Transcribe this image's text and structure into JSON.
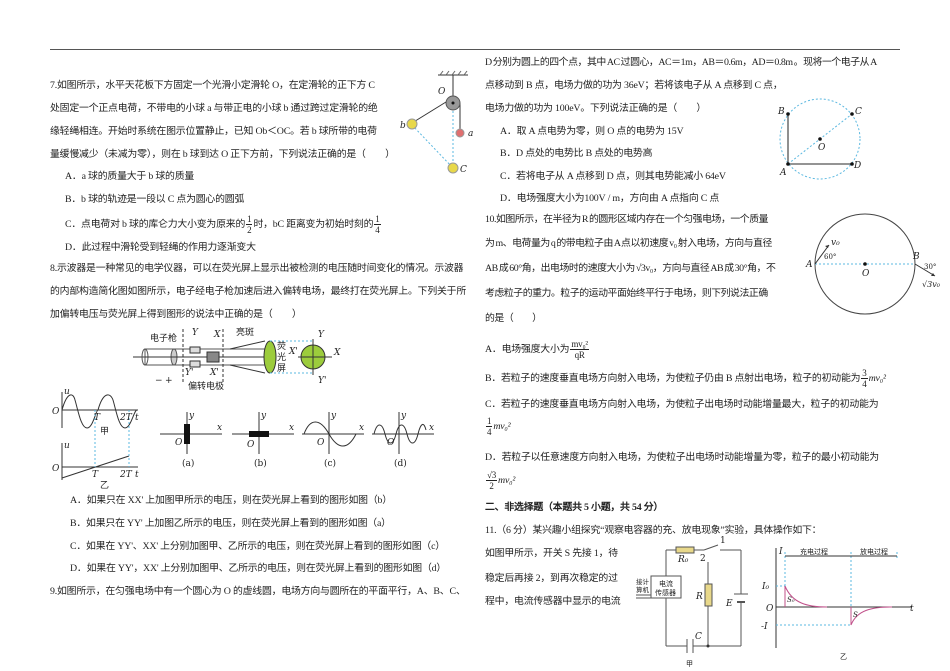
{
  "q7": {
    "stem": [
      "7.如图所示，水平天花板下方固定一个光滑小定滑轮 O，在定滑轮的正下方 C",
      "处固定一个正点电荷，不带电的小球 a 与带正电的小球 b 通过跨过定滑轮的绝",
      "缘轻绳相连。开始时系统在图示位置静止，已知 Ob＜OC。若 b 球所带的电荷",
      "量缓慢减少（未减为零），则在 b 球到达 O 正下方前，下列说法正确的是（　　）"
    ],
    "options": {
      "A": "A．a 球的质量大于 b 球的质量",
      "B": "B．b 球的轨迹是一段以 C 点为圆心的圆弧",
      "C_pre": "C．点电荷对 b 球的库仑力大小变为原来的",
      "C_f1n": "1",
      "C_f1d": "2",
      "C_mid": "时，bC 距离变为初始时刻的",
      "C_f2n": "1",
      "C_f2d": "4",
      "D": "D．此过程中滑轮受到轻绳的作用力逐渐变大"
    },
    "figure": {
      "O": "O",
      "b": "b",
      "a": "a",
      "C": "C"
    }
  },
  "q8": {
    "stem": [
      "8.示波器是一种常见的电学仪器，可以在荧光屏上显示出被检测的电压随时间变化的情况。示波器",
      "的内部构造简化图如图所示，电子经电子枪加速后进入偏转电场，最终打在荧光屏上。下列关于所",
      "加偏转电压与荧光屏上得到图形的说法中正确的是（　　）"
    ],
    "figure": {
      "gun": "电子枪",
      "Y": "Y",
      "X": "X",
      "spot": "亮斑",
      "screen1": "荧",
      "screen2": "光",
      "screen3": "屏",
      "Xp": "X'",
      "Yp": "Y'",
      "electrodes": "偏转电极",
      "minus": "−",
      "plus": "+"
    },
    "graphs": {
      "u": "u",
      "O": "O",
      "T": "T",
      "T2": "2T",
      "t": "t",
      "jia": "甲",
      "yi": "乙"
    },
    "patterns": {
      "x": "x",
      "y": "y",
      "O": "O",
      "a": "(a)",
      "b": "(b)",
      "c": "(c)",
      "d": "(d)"
    },
    "options": [
      "A．如果只在 XX' 上加图甲所示的电压，则在荧光屏上看到的图形如图（b）",
      "B．如果只在 YY' 上加图乙所示的电压，则在荧光屏上看到的图形如图（a）",
      "C．如果在 YY'、XX' 上分别加图甲、乙所示的电压，则在荧光屏上看到的图形如图（c）",
      "D．如果在 YY'，XX' 上分别加图甲、乙所示的电压，则在荧光屏上看到的图形如图（d）"
    ]
  },
  "q9": {
    "stem": [
      "9.如图所示，在匀强电场中有一个圆心为 O 的虚线圆，电场方向与圆所在的平面平行，A、B、C、",
      "D 分别为圆上的四个点，其中 AC 过圆心，AC＝1m，AB＝0.6m，AD＝0.8m 。现将一个电子从 A",
      "点移动到 B 点，电场力做的功为 36eV；若将该电子从 A 点移到 C 点，",
      "电场力做的功为 100eV。下列说法正确的是（　　）"
    ],
    "options": [
      "A．取 A 点电势为零，则 O 点的电势为 15V",
      "B．D 点处的电势比 B 点处的电势高",
      "C．若将电子从 A 点移到 D 点，则其电势能减小 64eV",
      "D．电场强度大小为100V / m，方向由 A 点指向 C 点"
    ],
    "figure": {
      "A": "A",
      "B": "B",
      "C": "C",
      "D": "D",
      "O": "O"
    }
  },
  "q10": {
    "stem": [
      "10.如图所示，在半径为 R 的圆形区域内存在一个匀强电场，一个质量",
      "为 m、电荷量为 q 的带电粒子由 A 点以初速度 v₀ 射入电场，方向与直径",
      "AB 成 60°角，出电场时的速度大小为 √3v₀，方向与直径 AB 成 30°角，不",
      "考虑粒子的重力。粒子的运动平面始终平行于电场，则下列说法正确",
      "的是（　　）"
    ],
    "options": {
      "A_pre": "A．电场强度大小为",
      "A_num": "mv₀²",
      "A_den": "qR",
      "B_pre": "B．若粒子的速度垂直电场方向射入电场，为使粒子仍由 B 点射出电场，粒子的初动能为",
      "B_num": "3",
      "B_den": "4",
      "B_post": "mv₀²",
      "C_pre": "C．若粒子的速度垂直电场方向射入电场，为使粒子出电场时动能增量最大，粒子的初动能为",
      "C_num": "1",
      "C_den": "4",
      "C_post": "mv₀²",
      "D_pre": "D．若粒子以任意速度方向射入电场，为使粒子出电场时动能增量为零，粒子的最小初动能为",
      "D_num": "√3",
      "D_den": "2",
      "D_post": "mv₀²"
    },
    "figure": {
      "v0": "v₀",
      "angle1": "60°",
      "A": "A",
      "O": "O",
      "B": "B",
      "angle2": "30°",
      "v_out": "√3v₀"
    }
  },
  "section2": "二、非选择题（本题共 5 小题，共 54 分）",
  "q11": {
    "stem": [
      "11.（6 分）某兴趣小组探究“观察电容器的充、放电现象”实验，具体操作如下：",
      "如图甲所示，开关 S 先接 1，待",
      "稳定后再接 2，到再次稳定的过",
      "程中，电流传感器中显示的电流"
    ],
    "circuit": {
      "computer1": "接计",
      "computer2": "算机",
      "sensor1": "电流",
      "sensor2": "传感器",
      "R0": "R₀",
      "n1": "1",
      "n2": "2",
      "R": "R",
      "E": "E",
      "C": "C",
      "jia": "甲"
    },
    "graph": {
      "I": "I",
      "I0": "I₀",
      "charge": "充电过程",
      "discharge": "放电过程",
      "O": "O",
      "S0": "S₀",
      "S": "S",
      "negI": "-I",
      "t": "t",
      "yi": "乙"
    }
  },
  "colors": {
    "circle_dash": "#5bb8e0",
    "curve": "#c0508a",
    "ball_yellow": "#e8d84a",
    "ball_red": "#e07070",
    "screen_green": "#9ccc3c"
  }
}
